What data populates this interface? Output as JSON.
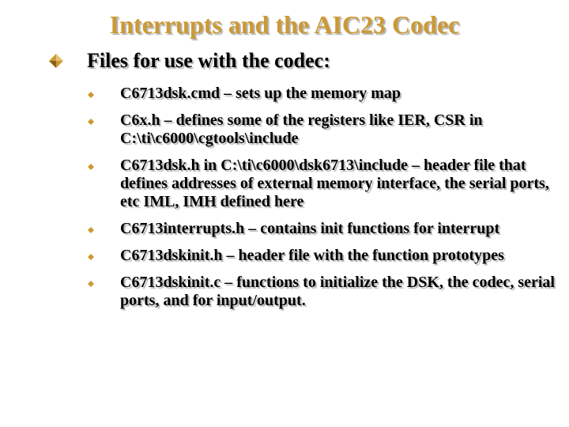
{
  "slide": {
    "title": "Interrupts and the AIC23 Codec",
    "heading": "Files for use with the codec:",
    "heading_bullet_icon": "diamond-bullet",
    "colors": {
      "title": "#cc9933",
      "bullet": "#cc9933",
      "text": "#000000",
      "shadow": "#b3b3b3"
    },
    "items": [
      {
        "text": "C6713dsk.cmd – sets up the memory map"
      },
      {
        "text": "C6x.h – defines some of the registers like IER, CSR in C:\\ti\\c6000\\cgtools\\include"
      },
      {
        "text": "C6713dsk.h in C:\\ti\\c6000\\dsk6713\\include – header file that defines addresses of external memory interface, the serial ports, etc IML, IMH defined here"
      },
      {
        "text": "C6713interrupts.h – contains init functions for interrupt"
      },
      {
        "text": "C6713dskinit.h – header file with the function prototypes"
      },
      {
        "text": "C6713dskinit.c – functions to initialize the DSK, the codec, serial ports, and for input/output."
      }
    ]
  }
}
